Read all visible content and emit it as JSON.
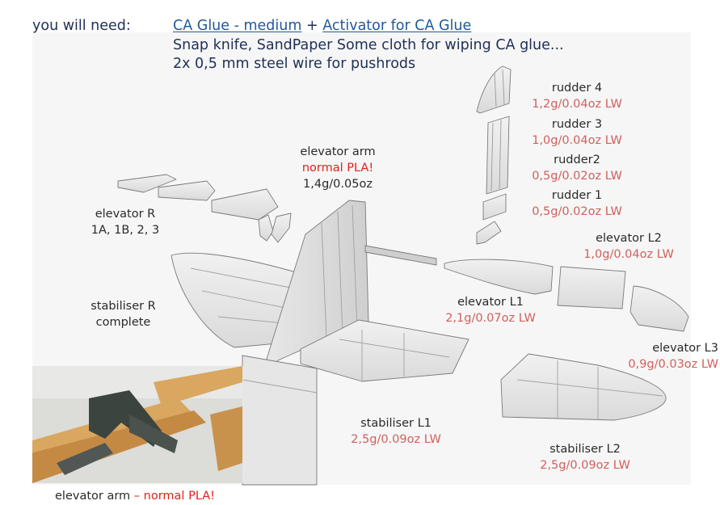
{
  "header": {
    "you_will_need": "you will need:",
    "glue": "CA Glue  - medium",
    "plus": " + ",
    "activator": "Activator for CA Glue",
    "line2": "Snap knife, SandPaper Some cloth for wiping CA glue...",
    "line3": "2x 0,5 mm steel wire for pushrods"
  },
  "parts": {
    "rudder4": {
      "name": "rudder 4",
      "weight": "1,2g/0.04oz LW"
    },
    "rudder3": {
      "name": "rudder 3",
      "weight": "1,0g/0.04oz LW"
    },
    "rudder2": {
      "name": "rudder2",
      "weight": "0,5g/0.02oz LW"
    },
    "rudder1": {
      "name": "rudder 1",
      "weight": "0,5g/0.02oz LW"
    },
    "elevator_arm": {
      "name": "elevator arm",
      "note": "normal PLA!",
      "weight": "1,4g/0.05oz"
    },
    "elevator_r": {
      "name": "elevator R",
      "parts": "1A, 1B, 2, 3"
    },
    "elevator_l2": {
      "name": "elevator L2",
      "weight": "1,0g/0.04oz LW"
    },
    "elevator_l1": {
      "name": "elevator L1",
      "weight": "2,1g/0.07oz LW"
    },
    "elevator_l3": {
      "name": "elevator L3",
      "weight": "0,9g/0.03oz LW"
    },
    "stabiliser_r": {
      "name": "stabiliser R",
      "note": "complete"
    },
    "stabiliser_l1": {
      "name": "stabiliser L1",
      "weight": "2,5g/0.09oz LW"
    },
    "stabiliser_l2": {
      "name": "stabiliser L2",
      "weight": "2,5g/0.09oz LW"
    }
  },
  "photo_caption": {
    "name": "elevator arm",
    "note": " – normal PLA!"
  },
  "colors": {
    "header_text": "#1f2f56",
    "link": "#22589a",
    "weight": "#d0605c",
    "part_fill": "#e4e4e4",
    "part_stroke": "#7a7a7a"
  }
}
